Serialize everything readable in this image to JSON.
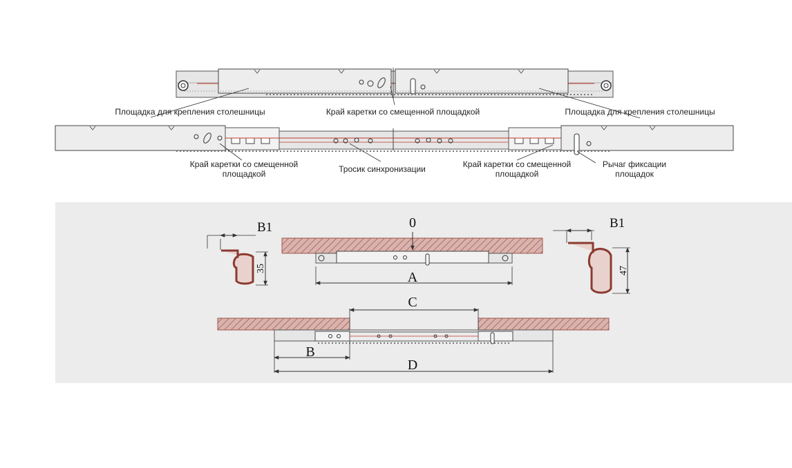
{
  "top_labels": {
    "tabletop_mount_left": "Площадка для крепления столешницы",
    "carriage_edge_top": "Край каретки со смещенной площадкой",
    "tabletop_mount_right": "Площадка для крепления столешницы",
    "carriage_edge_left_line1": "Край каретки со смещенной",
    "carriage_edge_left_line2": "площадкой",
    "sync_cable": "Тросик синхронизации",
    "carriage_edge_right_line1": "Край каретки со смещенной",
    "carriage_edge_right_line2": "площадкой",
    "lock_lever_line1": "Рычаг фиксации",
    "lock_lever_line2": "площадок"
  },
  "dimensions": {
    "b1_left": "B1",
    "b1_right": "B1",
    "height_left": "35",
    "height_right": "47",
    "zero": "0",
    "a": "A",
    "b": "B",
    "c": "C",
    "d": "D"
  },
  "colors": {
    "rail_fill": "#e6e6e6",
    "rail_stroke": "#555555",
    "tabletop_hatch": "#b07068",
    "cable": "#c0392b",
    "panel_bg": "#ececec"
  }
}
